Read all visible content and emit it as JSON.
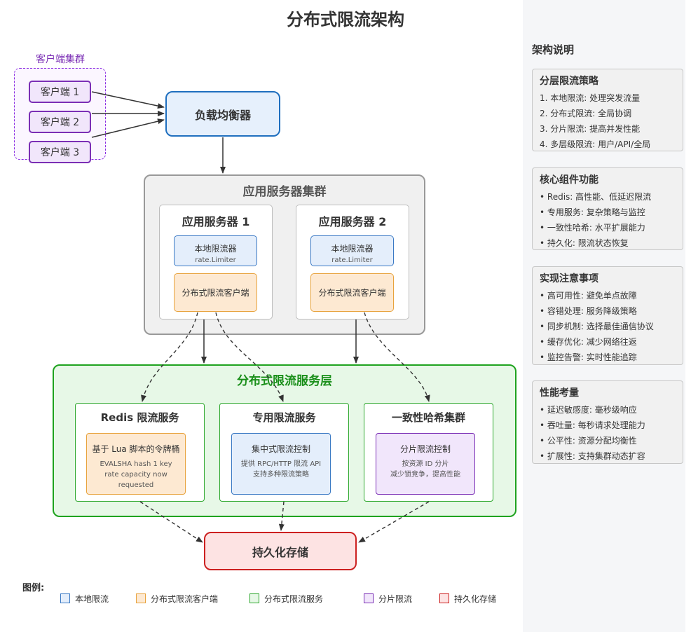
{
  "title": "分布式限流架构",
  "clients": {
    "group_label": "客户端集群",
    "items": [
      "客户端 1",
      "客户端 2",
      "客户端 3"
    ]
  },
  "load_balancer": "负载均衡器",
  "app_cluster": {
    "title": "应用服务器集群",
    "servers": [
      {
        "title": "应用服务器 1",
        "local_title": "本地限流器",
        "local_sub": "rate.Limiter",
        "dist_client": "分布式限流客户端"
      },
      {
        "title": "应用服务器 2",
        "local_title": "本地限流器",
        "local_sub": "rate.Limiter",
        "dist_client": "分布式限流客户端"
      }
    ]
  },
  "service_layer": {
    "title": "分布式限流服务层",
    "services": [
      {
        "title": "Redis 限流服务",
        "inner_title": "基于 Lua 脚本的令牌桶",
        "inner_lines": [
          "EVALSHA hash 1 key",
          "rate capacity now requested"
        ]
      },
      {
        "title": "专用限流服务",
        "inner_title": "集中式限流控制",
        "inner_lines": [
          "提供 RPC/HTTP 限流 API",
          "支持多种限流策略"
        ]
      },
      {
        "title": "一致性哈希集群",
        "inner_title": "分片限流控制",
        "inner_lines": [
          "按资源 ID 分片",
          "减少锁竞争，提高性能"
        ]
      }
    ]
  },
  "storage": "持久化存储",
  "legend": {
    "title": "图例:",
    "items": [
      {
        "label": "本地限流",
        "fill": "#e4eefb",
        "stroke": "#3a79c4"
      },
      {
        "label": "分布式限流客户端",
        "fill": "#fde9d2",
        "stroke": "#e8a33d"
      },
      {
        "label": "分布式限流服务",
        "fill": "#e7f8e7",
        "stroke": "#2fa82f"
      },
      {
        "label": "分片限流",
        "fill": "#f1e6fb",
        "stroke": "#7b2fb5"
      },
      {
        "label": "持久化存储",
        "fill": "#fde3e3",
        "stroke": "#cc2020"
      }
    ]
  },
  "sidebar": {
    "heading": "架构说明",
    "cards": [
      {
        "title": "分层限流策略",
        "items": [
          "1. 本地限流: 处理突发流量",
          "2. 分布式限流: 全局协调",
          "3. 分片限流: 提高并发性能",
          "4. 多层级限流: 用户/API/全局"
        ]
      },
      {
        "title": "核心组件功能",
        "items": [
          "• Redis: 高性能、低延迟限流",
          "• 专用服务: 复杂策略与监控",
          "• 一致性哈希: 水平扩展能力",
          "• 持久化: 限流状态恢复"
        ]
      },
      {
        "title": "实现注意事项",
        "items": [
          "• 高可用性: 避免单点故障",
          "• 容错处理: 服务降级策略",
          "• 同步机制: 选择最佳通信协议",
          "• 缓存优化: 减少网络往返",
          "• 监控告警: 实时性能追踪"
        ]
      },
      {
        "title": "性能考量",
        "items": [
          "• 延迟敏感度: 毫秒级响应",
          "• 吞吐量: 每秒请求处理能力",
          "• 公平性: 资源分配均衡性",
          "• 扩展性: 支持集群动态扩容"
        ]
      }
    ]
  }
}
